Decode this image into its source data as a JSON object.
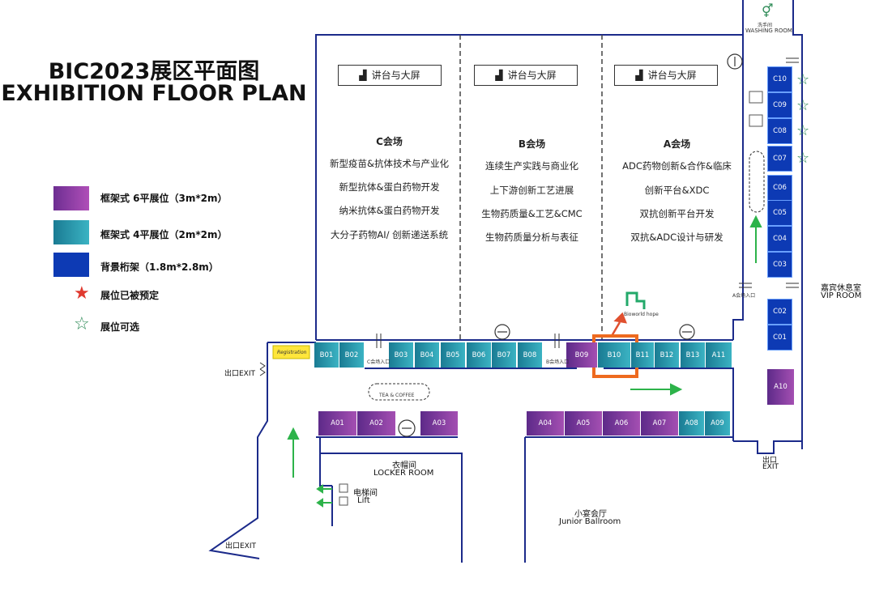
{
  "title_cn": "BIC2023展区平面图",
  "title_en": "EXHIBITION FLOOR PLAN",
  "legend": [
    {
      "label": "框架式 6平展位（3m*2m）",
      "color": "#8e44ad"
    },
    {
      "label": "框架式 4平展位（2m*2m）",
      "color": "#2a9db0"
    },
    {
      "label": "背景桁架（1.8m*2.8m）",
      "color": "#0d3ab4"
    },
    {
      "label": "展位已被预定",
      "icon": "star-filled-icon",
      "color": "#e03a2f"
    },
    {
      "label": "展位可选",
      "icon": "star-outline-icon",
      "color": "#2e8b57"
    }
  ],
  "venues": [
    {
      "stage": "讲台与大屏",
      "name": "C会场",
      "topics": [
        "新型疫苗&抗体技术与产业化",
        "新型抗体&蛋白药物开发",
        "纳米抗体&蛋白药物开发",
        "大分子药物AI/ 创新递送系统"
      ]
    },
    {
      "stage": "讲台与大屏",
      "name": "B会场",
      "topics": [
        "连续生产实践与商业化",
        "上下游创新工艺进展",
        "生物药质量&工艺&CMC",
        "生物药质量分析与表征"
      ]
    },
    {
      "stage": "讲台与大屏",
      "name": "A会场",
      "topics": [
        "ADC药物创新&合作&临床",
        "创新平台&XDC",
        "双抗创新平台开发",
        "双抗&ADC设计与研发"
      ]
    }
  ],
  "booths": {
    "b_row": [
      "B01",
      "B02",
      "B03",
      "B04",
      "B05",
      "B06",
      "B07",
      "B08",
      "B09",
      "B10",
      "B11",
      "B12",
      "B13",
      "A11"
    ],
    "a_row": [
      "A01",
      "A02",
      "A03",
      "A04",
      "A05",
      "A06",
      "A07",
      "A08",
      "A09"
    ],
    "c_col": [
      "C10",
      "C09",
      "C08",
      "C07",
      "C06",
      "C05",
      "C04",
      "C03",
      "C02",
      "C01"
    ],
    "a10": "A10"
  },
  "rooms": {
    "washing_cn": "洗手间",
    "washing_en": "WASHING ROOM",
    "vip_cn": "嘉宾休息室",
    "vip_en": "VIP ROOM",
    "locker_cn": "衣帽间",
    "locker_en": "LOCKER ROOM",
    "lift_cn": "电梯间",
    "lift_en": "Lift",
    "ballroom_cn": "小宴会厅",
    "ballroom_en": "Junior Ballroom",
    "exit_left": "出口EXIT",
    "exit_bottom": "出口EXIT",
    "exit_right_cn": "出口",
    "exit_right_en": "EXIT",
    "registration": "Registration",
    "tea_en": "TEA & COFFEE",
    "entrance_c": "C会场入口",
    "entrance_b": "B会场入口",
    "entrance_a": "A会场入口",
    "logo": "Bioworld hope"
  },
  "highlight_booth": "B10",
  "colors": {
    "wall": "#1b2a8a",
    "arrow": "#2db34a",
    "highlight": "#ee6a1f"
  }
}
